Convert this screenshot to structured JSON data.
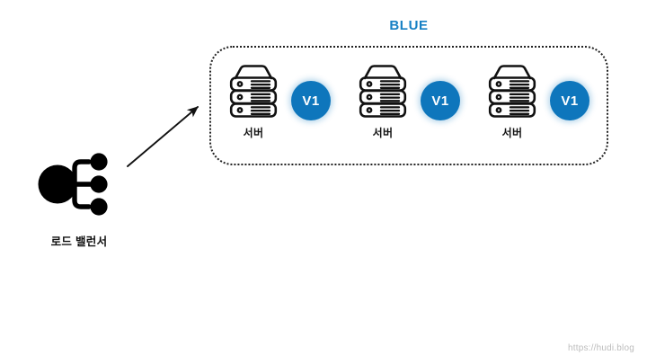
{
  "diagram": {
    "title": "BLUE",
    "title_color": "#1680c4",
    "accent_color": "#0e76bc",
    "box_border_color": "#222222",
    "group": {
      "label": "BLUE",
      "units": [
        {
          "icon": "server-rack-icon",
          "label": "서버",
          "version": "V1"
        },
        {
          "icon": "server-rack-icon",
          "label": "서버",
          "version": "V1"
        },
        {
          "icon": "server-rack-icon",
          "label": "서버",
          "version": "V1"
        }
      ]
    },
    "load_balancer": {
      "icon": "load-balancer-icon",
      "label": "로드 밸런서",
      "branch_count": 3
    },
    "arrow": {
      "icon": "arrow-icon",
      "from": "load-balancer",
      "to": "blue-group"
    },
    "watermark": "https://hudi.blog"
  }
}
